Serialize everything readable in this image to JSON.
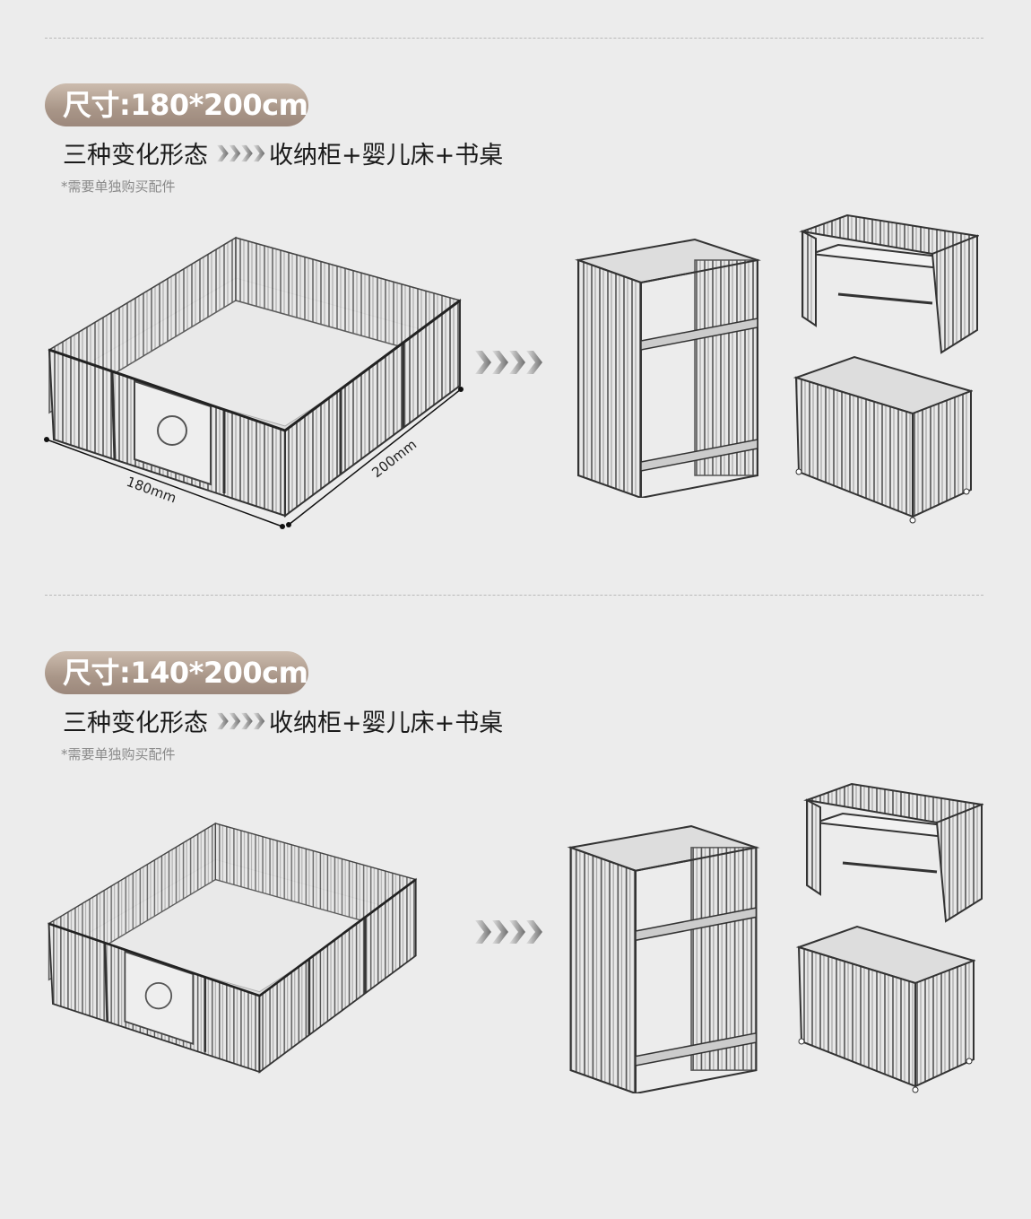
{
  "sections": [
    {
      "size_label": "尺寸:180*200cm",
      "forms_label": "三种变化形态",
      "forms_list": "收纳柜+婴儿床+书桌",
      "note": "*需要单独购买配件",
      "dimension_width": "180mm",
      "dimension_depth": "200mm"
    },
    {
      "size_label": "尺寸:140*200cm",
      "forms_label": "三种变化形态",
      "forms_list": "收纳柜+婴儿床+书桌",
      "note": "*需要单独购买配件"
    }
  ],
  "icons": [
    "playpen-illustration",
    "storage-cabinet-illustration",
    "desk-illustration",
    "crib-illustration",
    "chevron-arrows-icon"
  ],
  "colors": {
    "background": "#ececec",
    "pill_top": "#ccbcae",
    "pill_bottom": "#9c887c",
    "text": "#1a1a1a",
    "note": "#8a8a8a"
  }
}
